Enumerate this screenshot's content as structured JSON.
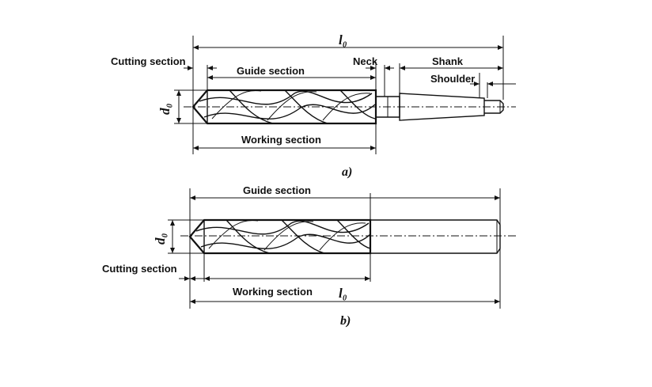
{
  "figure_a": {
    "caption": "a)",
    "labels": {
      "total_length": "l₀",
      "diameter": "d₀",
      "cutting_section": "Cutting section",
      "guide_section": "Guide section",
      "neck": "Neck",
      "shank": "Shank",
      "shoulder": "Shoulder",
      "working_section": "Working section"
    }
  },
  "figure_b": {
    "caption": "b)",
    "labels": {
      "total_length": "l₀",
      "diameter": "d₀",
      "cutting_section": "Cutting section",
      "guide_section": "Guide section",
      "working_section": "Working section"
    }
  }
}
